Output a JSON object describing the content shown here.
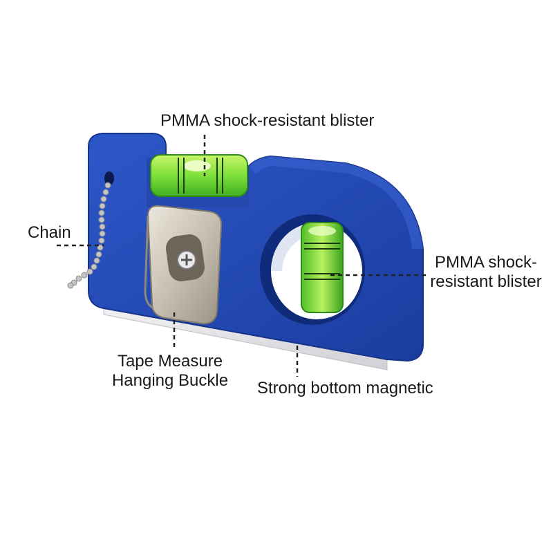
{
  "product": {
    "colors": {
      "body": "#1f45b5",
      "body_dark": "#17358f",
      "vial_green": "#7fe03a",
      "metal": "#c9c2b6",
      "magnet_strip": "#e8e8ea",
      "leader_line": "#222222"
    }
  },
  "callouts": {
    "top_blister": "PMMA shock-resistant blister",
    "chain": "Chain",
    "side_blister": "PMMA shock-resistant blister",
    "buckle": "Tape Measure Hanging Buckle",
    "magnet": "Strong bottom magnetic"
  },
  "icons": [
    "bubble-vial-icon",
    "screw-icon",
    "chain-icon",
    "clip-icon"
  ]
}
